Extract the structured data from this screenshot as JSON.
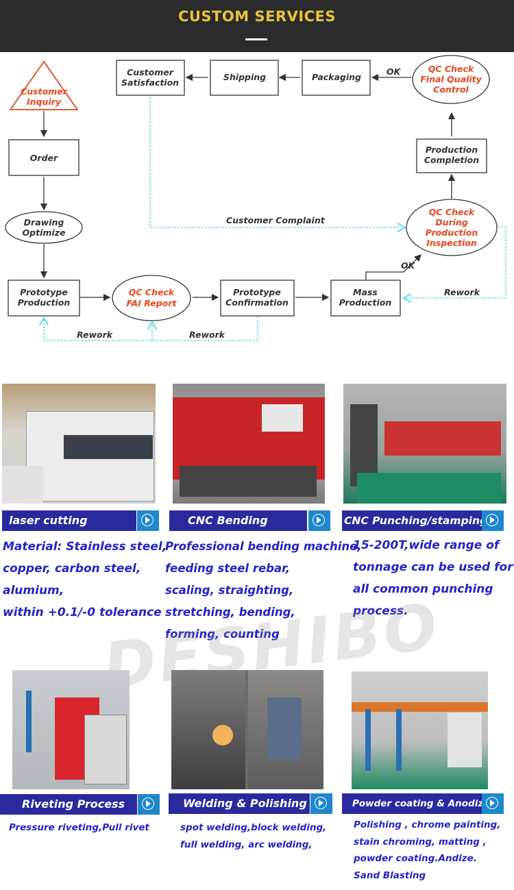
{
  "header": {
    "title": "CUSTOM SERVICES"
  },
  "flow": {
    "nodes": {
      "customer_inquiry": [
        "Customer",
        "Inquiry"
      ],
      "order": [
        "Order"
      ],
      "drawing_optimize": [
        "Drawing",
        "Optimize"
      ],
      "prototype_production": [
        "Prototype",
        "Production"
      ],
      "qc_fai": [
        "QC Check",
        "FAI Report"
      ],
      "prototype_confirmation": [
        "Prototype",
        "Confirmation"
      ],
      "mass_production": [
        "Mass",
        "Production"
      ],
      "qc_during": [
        "QC Check",
        "During",
        "Production",
        "Inspection"
      ],
      "production_completion": [
        "Production",
        "Completion"
      ],
      "qc_final": [
        "QC Check",
        "Final Quality",
        "Control"
      ],
      "packaging": [
        "Packaging"
      ],
      "shipping": [
        "Shipping"
      ],
      "customer_satisfaction": [
        "Customer",
        "Satisfaction"
      ]
    },
    "labels": {
      "ok_final": "OK",
      "ok_during": "OK",
      "customer_complaint": "Customer Complaint",
      "rework_mass": "Rework",
      "rework_left": "Rework",
      "rework_right": "Rework"
    }
  },
  "services": [
    {
      "name": "laser cutting",
      "lines": [
        "Material: Stainless steel,",
        "copper, carbon steel,",
        "alumium,",
        "within +0.1/-0 tolerance"
      ]
    },
    {
      "name": "CNC Bending",
      "lines": [
        "Professional bending machine,",
        "feeding steel rebar,",
        "scaling, straighting,",
        "stretching, bending,",
        "forming, counting"
      ]
    },
    {
      "name": "CNC Punching/stamping",
      "lines": [
        "15-200T,wide range of",
        "tonnage can be used for",
        "all common punching",
        "process."
      ]
    },
    {
      "name": "Riveting Process",
      "lines": [
        "Pressure riveting,Pull rivet"
      ]
    },
    {
      "name": "Welding & Polishing",
      "lines": [
        "spot welding,block welding,",
        "full welding, arc welding,"
      ]
    },
    {
      "name": "Powder coating & Anodize",
      "lines": [
        "Polishing , chrome painting,",
        "stain chroming, matting ,",
        "powder coating.Andize.",
        "Sand Blasting"
      ]
    }
  ],
  "watermark": "DESHIBO",
  "colors": {
    "header_bg": "#2b2b2b",
    "title": "#e9c33b",
    "red_text": "#e8461d",
    "bar_blue": "#2a2a9e",
    "button_blue": "#1f88cc",
    "desc_blue": "#2424c8",
    "dashed_line": "#4cd6e3"
  },
  "icons": {
    "service_button": "play-circle-icon"
  }
}
